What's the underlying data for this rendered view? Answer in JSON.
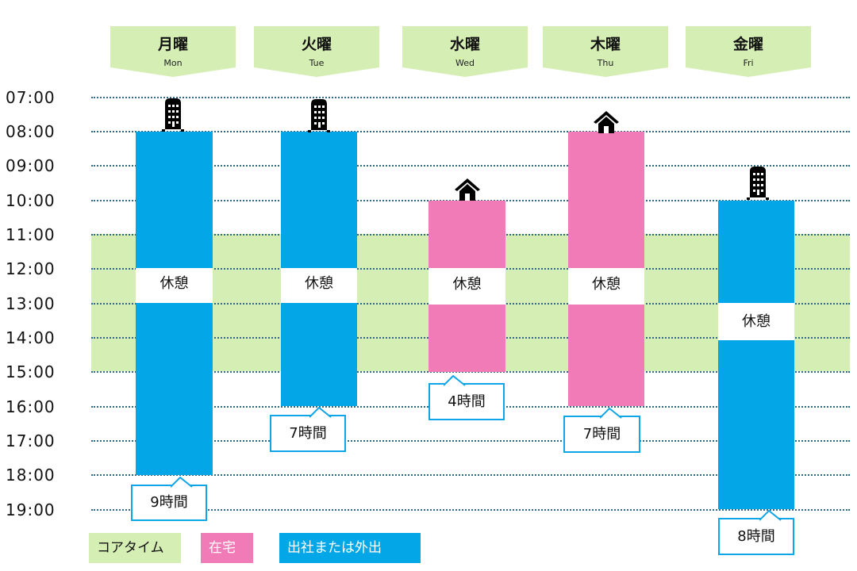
{
  "colors": {
    "core_time": "#d5eeb3",
    "home": "#f07bb6",
    "office": "#03a7e8",
    "grid": "#2a6a8a",
    "callout_border": "#0ea5e9"
  },
  "days": [
    {
      "jp": "月曜",
      "en": "Mon"
    },
    {
      "jp": "火曜",
      "en": "Tue"
    },
    {
      "jp": "水曜",
      "en": "Wed"
    },
    {
      "jp": "木曜",
      "en": "Thu"
    },
    {
      "jp": "金曜",
      "en": "Fri"
    }
  ],
  "times": [
    "07:00",
    "08:00",
    "09:00",
    "10:00",
    "11:00",
    "12:00",
    "13:00",
    "14:00",
    "15:00",
    "16:00",
    "17:00",
    "18:00",
    "19:00"
  ],
  "break_label": "休憩",
  "durations": [
    "9時間",
    "7時間",
    "4時間",
    "7時間",
    "8時間"
  ],
  "legend": {
    "core": "コアタイム",
    "home": "在宅",
    "office": "出社または外出"
  },
  "chart_data": {
    "type": "bar",
    "title": "",
    "xlabel": "",
    "ylabel": "",
    "categories": [
      "月曜 Mon",
      "火曜 Tue",
      "水曜 Wed",
      "木曜 Thu",
      "金曜 Fri"
    ],
    "ylim": [
      "07:00",
      "19:00"
    ],
    "core_time": {
      "start": "11:00",
      "end": "15:00"
    },
    "series": [
      {
        "day": "Mon",
        "mode": "出社または外出",
        "start": "08:00",
        "end": "18:00",
        "break": [
          "12:00",
          "13:00"
        ],
        "hours": 9
      },
      {
        "day": "Tue",
        "mode": "出社または外出",
        "start": "08:00",
        "end": "16:00",
        "break": [
          "12:00",
          "13:00"
        ],
        "hours": 7
      },
      {
        "day": "Wed",
        "mode": "在宅",
        "start": "10:00",
        "end": "15:00",
        "break": [
          "12:00",
          "13:00"
        ],
        "hours": 4
      },
      {
        "day": "Thu",
        "mode": "在宅",
        "start": "08:00",
        "end": "16:00",
        "break": [
          "12:00",
          "13:00"
        ],
        "hours": 7
      },
      {
        "day": "Fri",
        "mode": "出社または外出",
        "start": "10:00",
        "end": "19:00",
        "break": [
          "13:00",
          "14:00"
        ],
        "hours": 8
      }
    ],
    "legend": [
      "コアタイム",
      "在宅",
      "出社または外出"
    ],
    "grid": true
  }
}
